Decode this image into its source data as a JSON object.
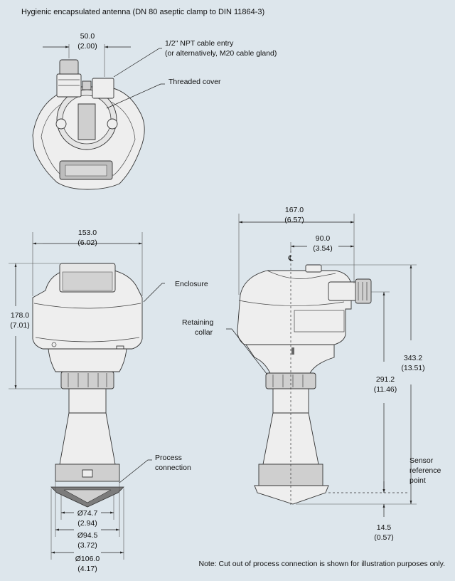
{
  "title": "Hygienic encapsulated antenna (DN 80 aseptic clamp to DIN 11864-3)",
  "callouts": {
    "cable_entry_line1": "1/2\" NPT cable entry",
    "cable_entry_line2": "(or alternatively, M20 cable gland)",
    "threaded_cover": "Threaded cover",
    "enclosure": "Enclosure",
    "retaining_collar_line1": "Retaining",
    "retaining_collar_line2": "collar",
    "process_connection_line1": "Process",
    "process_connection_line2": "connection",
    "sensor_ref_line1": "Sensor",
    "sensor_ref_line2": "reference",
    "sensor_ref_line3": "point",
    "centerline": "℄"
  },
  "dimensions": {
    "top_width_mm": "50.0",
    "top_width_in": "(2.00)",
    "front_width_mm": "153.0",
    "front_width_in": "(6.02)",
    "front_height_mm": "178.0",
    "front_height_in": "(7.01)",
    "side_width_mm": "167.0",
    "side_width_in": "(6.57)",
    "side_half_mm": "90.0",
    "side_half_in": "(3.54)",
    "overall_height_mm": "343.2",
    "overall_height_in": "(13.51)",
    "ref_height_mm": "291.2",
    "ref_height_in": "(11.46)",
    "flange_mm": "14.5",
    "flange_in": "(0.57)",
    "dia1_mm": "Ø74.7",
    "dia1_in": "(2.94)",
    "dia2_mm": "Ø94.5",
    "dia2_in": "(3.72)",
    "dia3_mm": "Ø106.0",
    "dia3_in": "(4.17)"
  },
  "note": "Note: Cut out of process connection is shown for illustration purposes only."
}
